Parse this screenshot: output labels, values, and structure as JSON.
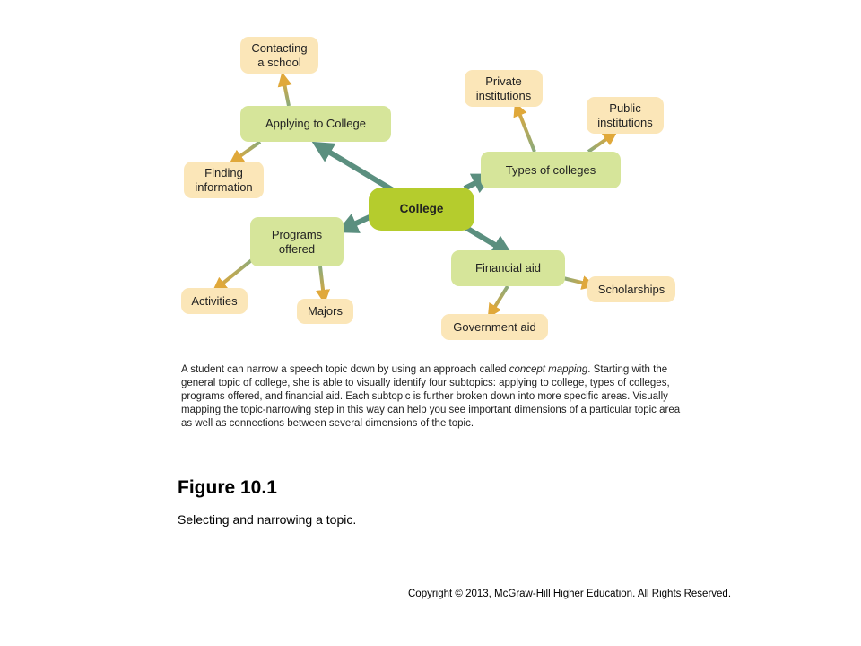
{
  "colors": {
    "center_fill": "#b5cc2d",
    "subtopic_fill": "#d6e59a",
    "leaf_fill": "#fbe6b8",
    "main_arrow": "#5b8f7f",
    "leaf_arrow_start": "#8aaa7c",
    "leaf_arrow_end": "#e0a83a"
  },
  "diagram": {
    "center": {
      "label": "College"
    },
    "subtopics": [
      {
        "id": "applying",
        "label": "Applying to College"
      },
      {
        "id": "types",
        "label": "Types of colleges"
      },
      {
        "id": "programs",
        "label": "Programs\noffered"
      },
      {
        "id": "financial",
        "label": "Financial aid"
      }
    ],
    "leaves": [
      {
        "parent": "applying",
        "label": "Contacting\na school"
      },
      {
        "parent": "applying",
        "label": "Finding\ninformation"
      },
      {
        "parent": "types",
        "label": "Private\ninstitutions"
      },
      {
        "parent": "types",
        "label": "Public\ninstitutions"
      },
      {
        "parent": "programs",
        "label": "Activities"
      },
      {
        "parent": "programs",
        "label": "Majors"
      },
      {
        "parent": "financial",
        "label": "Scholarships"
      },
      {
        "parent": "financial",
        "label": "Government aid"
      }
    ]
  },
  "caption": {
    "part1": "A student can narrow a speech topic down by using an approach called ",
    "emphasis": "concept mapping",
    "part2": ". Starting with the general topic of college, she is able to visually identify four subtopics: applying to college, types of colleges, programs offered, and financial aid. Each subtopic is further broken down into more specific areas. Visually mapping the topic-narrowing step in this way can help you see important dimensions of a particular topic area as well as connections between several dimensions of the topic."
  },
  "figure": {
    "title": "Figure 10.1",
    "subtitle": "Selecting and narrowing a topic."
  },
  "copyright": "Copyright © 2013, McGraw-Hill Higher Education. All Rights Reserved."
}
